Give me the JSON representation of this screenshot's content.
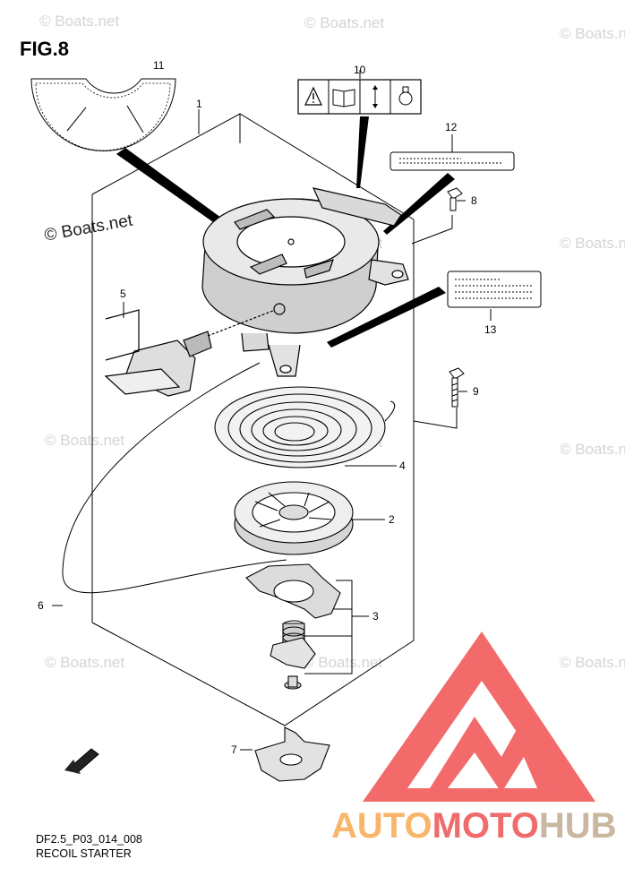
{
  "figure": {
    "title": "FIG.8",
    "code": "DF2.5_P03_014_008",
    "caption": "RECOIL STARTER"
  },
  "watermark": {
    "text": "© Boats.net"
  },
  "brand": {
    "part1": "AUTO",
    "part2": "MOTO",
    "part3": "HUB",
    "color_auto": "#f7b66a",
    "color_moto": "#f06b6b",
    "color_hub": "#c9b7a0",
    "logo_color": "#f26a6a"
  },
  "callouts": [
    "1",
    "2",
    "3",
    "4",
    "5",
    "6",
    "7",
    "8",
    "9",
    "10",
    "11",
    "12",
    "13"
  ],
  "icons": [
    "warning-triangle-icon",
    "manual-book-icon",
    "direction-arrows-icon",
    "pull-handle-icon",
    "fwd-arrow-icon"
  ]
}
